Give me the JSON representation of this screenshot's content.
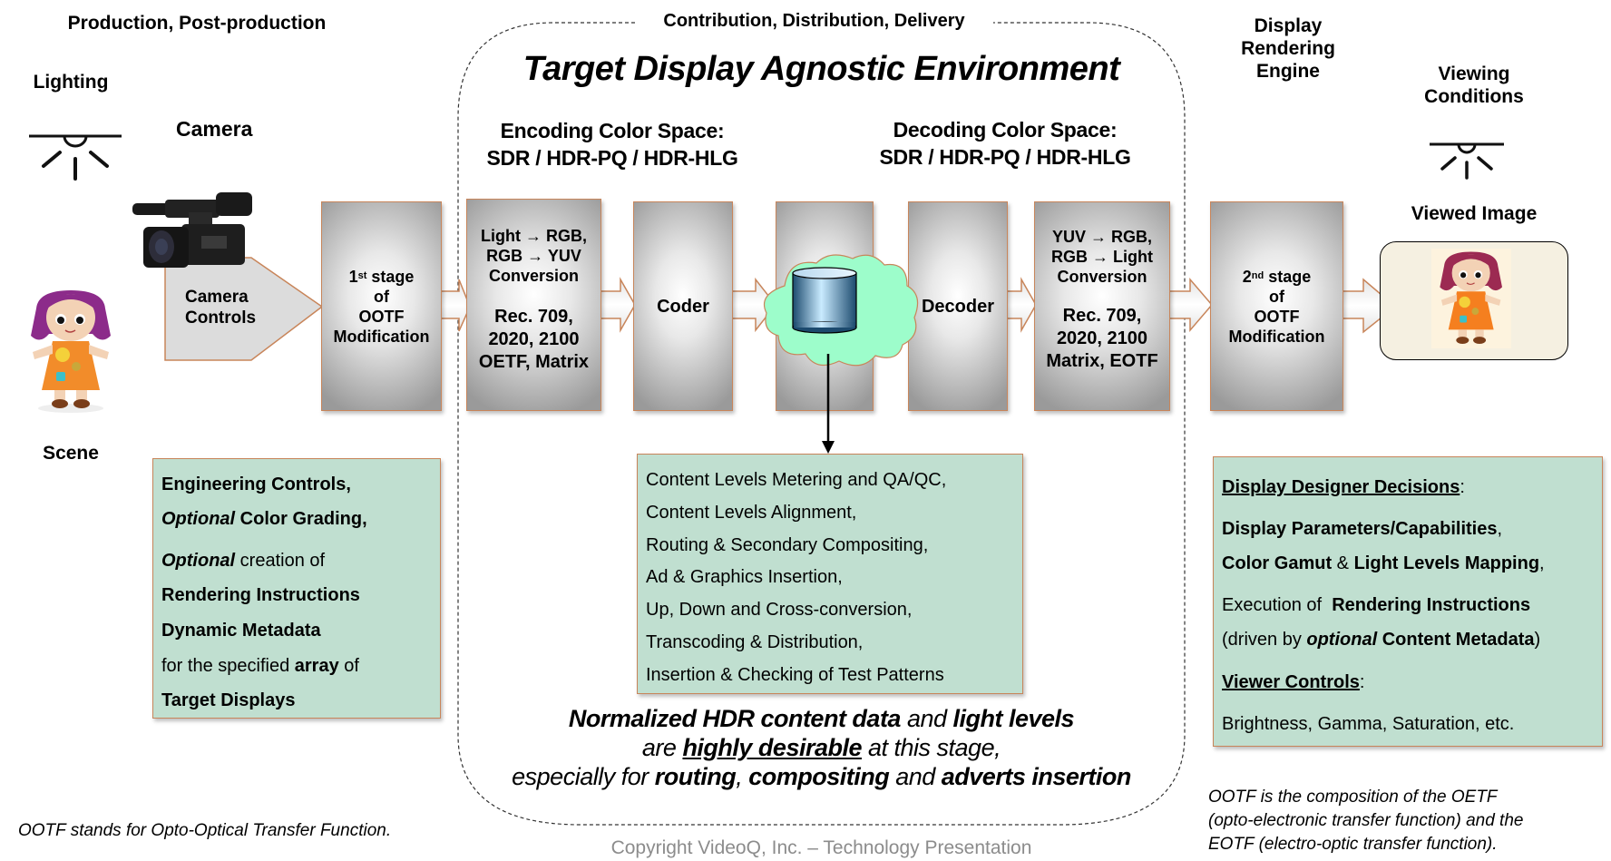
{
  "headers": {
    "production": "Production, Post-production",
    "contribution": "Contribution, Distribution, Delivery",
    "display_line1": "Display",
    "display_line2": "Rendering Engine",
    "viewing_line1": "Viewing",
    "viewing_line2": "Conditions"
  },
  "left": {
    "lighting": "Lighting",
    "camera": "Camera",
    "scene": "Scene",
    "camera_controls_line1": "Camera",
    "camera_controls_line2": "Controls"
  },
  "center": {
    "title": "Target Display Agnostic Environment",
    "encoding_line1": "Encoding Color Space:",
    "encoding_line2": "SDR / HDR-PQ / HDR-HLG",
    "decoding_line1": "Decoding Color Space:",
    "decoding_line2": "SDR / HDR-PQ / HDR-HLG"
  },
  "pipeline": {
    "stage1": {
      "num": "1",
      "sup": "st",
      "rest": " stage",
      "line2": "of",
      "line3": "OOTF",
      "line4": "Modification"
    },
    "encode": {
      "line1": "Light → RGB,",
      "line2": "RGB → YUV",
      "line3": "Conversion",
      "line4": "Rec. 709,",
      "line5": "2020, 2100",
      "line6": "OETF, Matrix"
    },
    "coder": "Coder",
    "decoder": "Decoder",
    "decode": {
      "line1": "YUV → RGB,",
      "line2": "RGB → Light",
      "line3": "Conversion",
      "line4": "Rec. 709,",
      "line5": "2020, 2100",
      "line6": "Matrix, EOTF"
    },
    "stage2": {
      "num": "2",
      "sup": "nd",
      "rest": " stage",
      "line2": "of",
      "line3": "OOTF",
      "line4": "Modification"
    },
    "viewed_image": "Viewed Image"
  },
  "production_box": {
    "l1": "Engineering Controls,",
    "l2_i": "Optional",
    "l2_b": " Color Grading,",
    "l3_i": "Optional",
    "l3": " creation of",
    "l4": "Rendering Instructions",
    "l5": "Dynamic Metadata",
    "l6_a": "for the specified ",
    "l6_b": "array",
    "l6_c": " of",
    "l7": "Target Displays"
  },
  "distribution_box": {
    "items": [
      "Content Levels Metering and QA/QC,",
      "Content Levels Alignment,",
      "Routing & Secondary Compositing,",
      "Ad & Graphics Insertion,",
      "Up, Down and Cross-conversion,",
      "Transcoding & Distribution,",
      "Insertion & Checking of Test Patterns"
    ]
  },
  "display_box": {
    "h1": "Display Designer Decisions",
    "h1_colon": ":",
    "l2": "Display Parameters/Capabilities",
    "l2_c": ",",
    "l3_a": "Color Gamut",
    "l3_b": " & ",
    "l3_c": "Light Levels Mapping",
    "l3_d": ",",
    "l4_a": "Execution of  ",
    "l4_b": "Rendering Instructions",
    "l5_a": "(driven by ",
    "l5_b": "optional",
    "l5_c": " Content Metadata",
    "l5_d": ")",
    "h2": "Viewer Controls",
    "h2_colon": ":",
    "l7": "Brightness, Gamma, Saturation, etc."
  },
  "summary": {
    "l1_a": "Normalized HDR content data",
    "l1_b": " and ",
    "l1_c": "light levels",
    "l2_a": "are ",
    "l2_b": "highly desirable",
    "l2_c": " at this stage,",
    "l3_a": "especially for ",
    "l3_b": "routing",
    "l3_c": ", ",
    "l3_d": "compositing",
    "l3_e": " and ",
    "l3_f": "adverts insertion"
  },
  "footnotes": {
    "left": "OOTF stands for Opto-Optical Transfer Function.",
    "right_l1": "OOTF is the composition of the OETF",
    "right_l2": "(opto-electronic transfer function) and the",
    "right_l3": "EOTF (electro-optic transfer function).",
    "copyright": "Copyright VideoQ, Inc. – Technology Presentation"
  },
  "colors": {
    "box_border": "#c8855a",
    "green_fill": "#c0dfd0",
    "cloud_fill": "#9dfdcb",
    "viewed_fill": "#f5f0e1",
    "copyright_gray": "#8c8c8c"
  }
}
